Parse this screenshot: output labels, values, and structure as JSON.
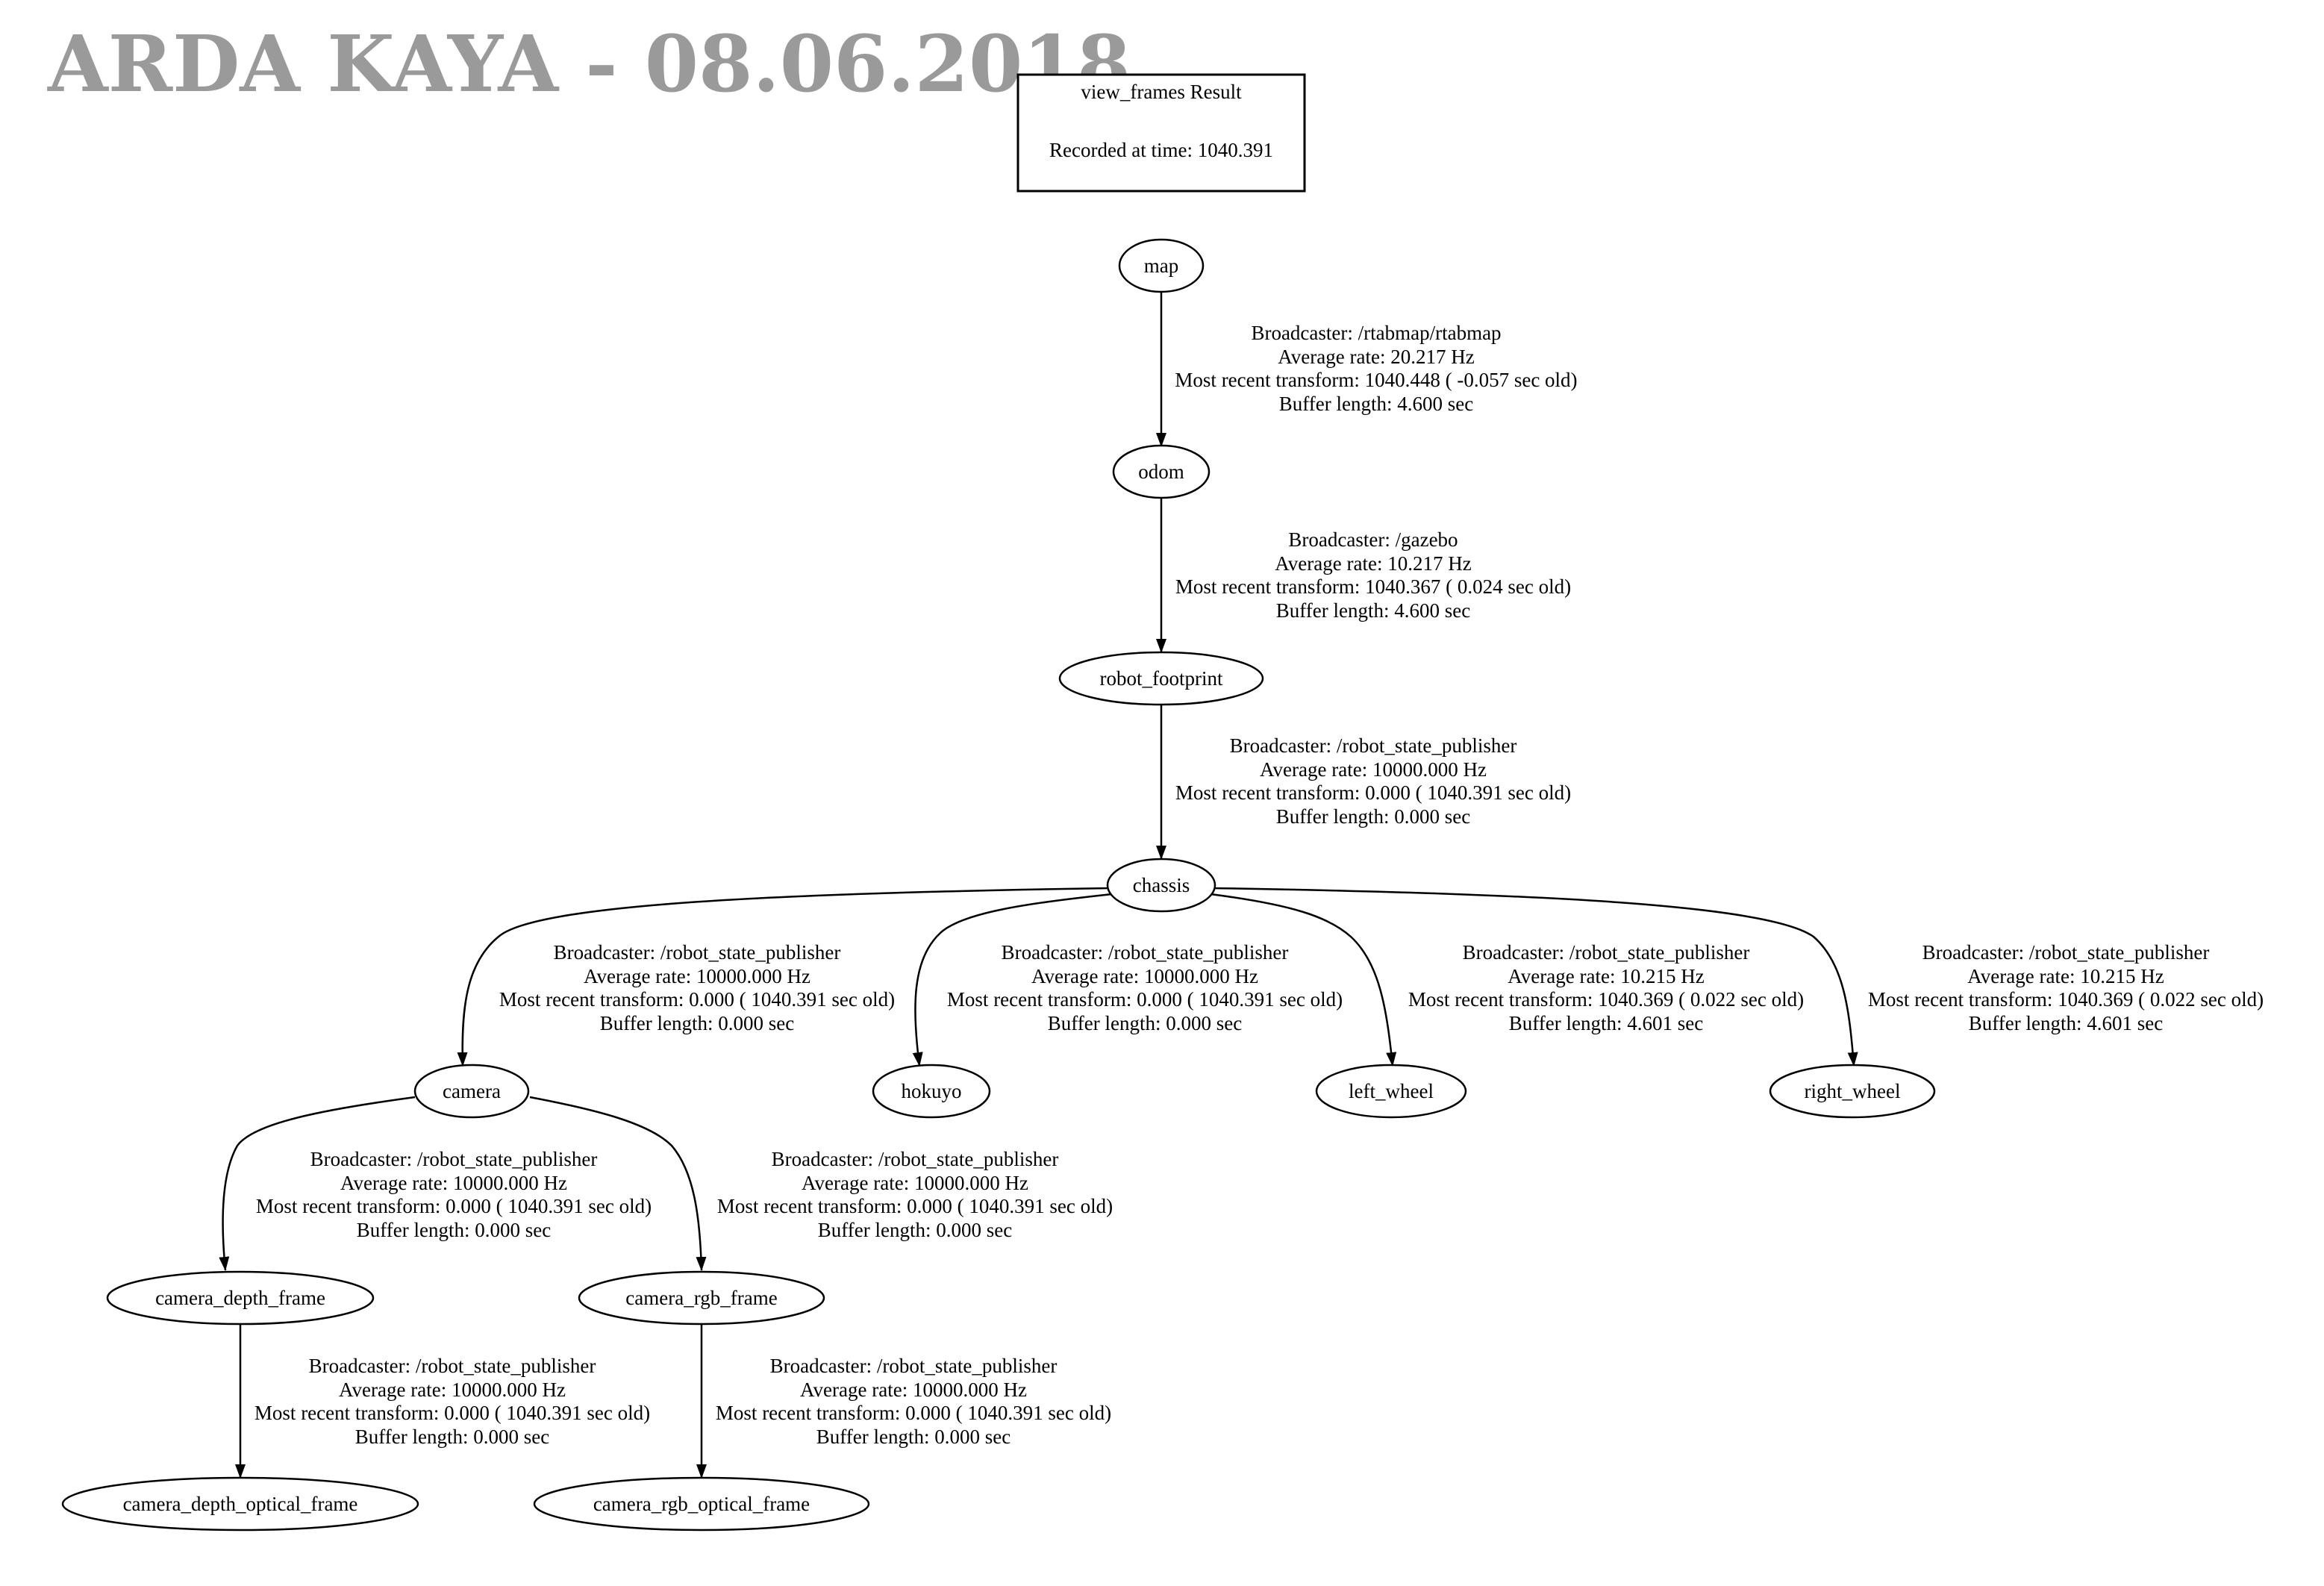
{
  "stamp": "ARDA KAYA - 08.06.2018",
  "header": {
    "title": "view_frames Result",
    "recorded": "Recorded at time: 1040.391"
  },
  "nodes": {
    "map": "map",
    "odom": "odom",
    "robot_footprint": "robot_footprint",
    "chassis": "chassis",
    "camera": "camera",
    "hokuyo": "hokuyo",
    "left_wheel": "left_wheel",
    "right_wheel": "right_wheel",
    "camera_depth_frame": "camera_depth_frame",
    "camera_rgb_frame": "camera_rgb_frame",
    "camera_depth_optical_frame": "camera_depth_optical_frame",
    "camera_rgb_optical_frame": "camera_rgb_optical_frame"
  },
  "edges": {
    "map_odom": [
      "Broadcaster: /rtabmap/rtabmap",
      "Average rate: 20.217 Hz",
      "Most recent transform: 1040.448 ( -0.057 sec old)",
      "Buffer length: 4.600 sec"
    ],
    "odom_robot_footprint": [
      "Broadcaster: /gazebo",
      "Average rate: 10.217 Hz",
      "Most recent transform: 1040.367 ( 0.024 sec old)",
      "Buffer length: 4.600 sec"
    ],
    "robot_footprint_chassis": [
      "Broadcaster: /robot_state_publisher",
      "Average rate: 10000.000 Hz",
      "Most recent transform: 0.000 ( 1040.391 sec old)",
      "Buffer length: 0.000 sec"
    ],
    "chassis_camera": [
      "Broadcaster: /robot_state_publisher",
      "Average rate: 10000.000 Hz",
      "Most recent transform: 0.000 ( 1040.391 sec old)",
      "Buffer length: 0.000 sec"
    ],
    "chassis_hokuyo": [
      "Broadcaster: /robot_state_publisher",
      "Average rate: 10000.000 Hz",
      "Most recent transform: 0.000 ( 1040.391 sec old)",
      "Buffer length: 0.000 sec"
    ],
    "chassis_left_wheel": [
      "Broadcaster: /robot_state_publisher",
      "Average rate: 10.215 Hz",
      "Most recent transform: 1040.369 ( 0.022 sec old)",
      "Buffer length: 4.601 sec"
    ],
    "chassis_right_wheel": [
      "Broadcaster: /robot_state_publisher",
      "Average rate: 10.215 Hz",
      "Most recent transform: 1040.369 ( 0.022 sec old)",
      "Buffer length: 4.601 sec"
    ],
    "camera_camera_depth_frame": [
      "Broadcaster: /robot_state_publisher",
      "Average rate: 10000.000 Hz",
      "Most recent transform: 0.000 ( 1040.391 sec old)",
      "Buffer length: 0.000 sec"
    ],
    "camera_camera_rgb_frame": [
      "Broadcaster: /robot_state_publisher",
      "Average rate: 10000.000 Hz",
      "Most recent transform: 0.000 ( 1040.391 sec old)",
      "Buffer length: 0.000 sec"
    ],
    "camera_depth_frame_camera_depth_optical_frame": [
      "Broadcaster: /robot_state_publisher",
      "Average rate: 10000.000 Hz",
      "Most recent transform: 0.000 ( 1040.391 sec old)",
      "Buffer length: 0.000 sec"
    ],
    "camera_rgb_frame_camera_rgb_optical_frame": [
      "Broadcaster: /robot_state_publisher",
      "Average rate: 10000.000 Hz",
      "Most recent transform: 0.000 ( 1040.391 sec old)",
      "Buffer length: 0.000 sec"
    ]
  }
}
